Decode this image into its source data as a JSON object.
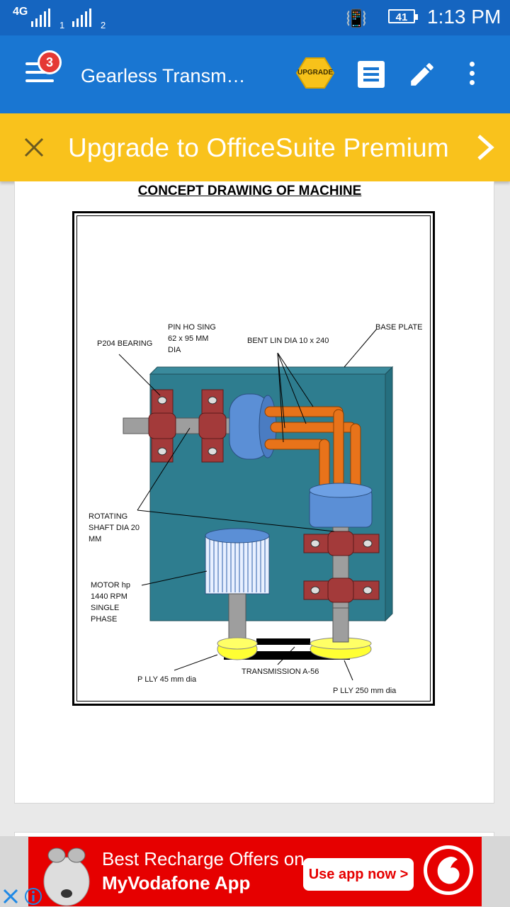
{
  "status_bar": {
    "network": "4G",
    "sim1": "1",
    "sim2": "2",
    "battery": "41",
    "time": "1:13 PM"
  },
  "app_bar": {
    "notification_count": "3",
    "title": "Gearless Transm…",
    "upgrade_label": "UPGRADE",
    "icons": [
      "menu-icon",
      "upgrade-badge-icon",
      "document-view-icon",
      "edit-pencil-icon",
      "more-vert-icon"
    ]
  },
  "promo": {
    "text": "Upgrade to OfficeSuite Premium",
    "icons": [
      "close-icon",
      "chevron-right-icon"
    ]
  },
  "document": {
    "title": "CONCEPT DRAWING OF MACHINE",
    "labels": {
      "pin_housing": "PIN HO   SING\n62 x 95 MM\nDIA",
      "bearing": "P204 BEARING",
      "bent_link": "BENT LIN   DIA 10 x 240",
      "base_plate": "BASE PLATE",
      "shaft": "ROTATING\nSHAFT DIA 20\nMM",
      "motor": "MOTOR     hp\n1440 RPM\nSINGLE\nPHASE",
      "transmission": "TRANSMISSION   A-56",
      "pulley_small": "P    LLY 45 mm dia",
      "pulley_large": "P    LLY 250 mm dia"
    },
    "colors": {
      "base_plate": "#2e7d8f",
      "bearing": "#a33a3a",
      "coupler": "#5b8fd6",
      "rod": "#e8731a",
      "shaft": "#9e9e9e",
      "pulley": "#ffff33"
    }
  },
  "ad": {
    "line1": "Best Recharge Offers on",
    "line2": "MyVodafone App",
    "button": "Use app now >",
    "icons": [
      "mascot-icon",
      "vodafone-logo-icon",
      "close-ad-icon",
      "ad-info-icon"
    ]
  }
}
